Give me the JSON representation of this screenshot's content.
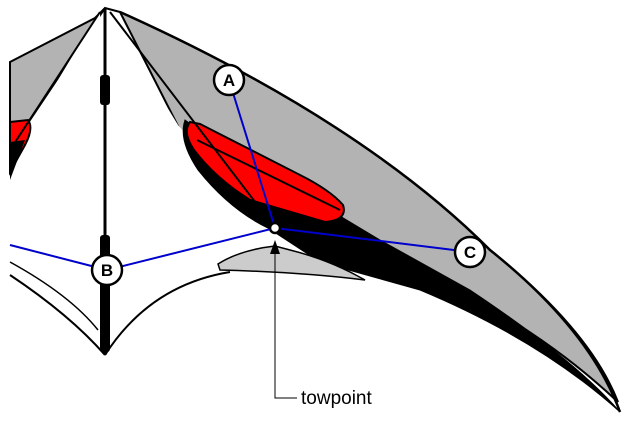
{
  "labels": {
    "a": "A",
    "b": "B",
    "c": "C"
  },
  "callout": "towpoint",
  "colors": {
    "sail_gray": "#b3b3b3",
    "panel_red": "#ff0000",
    "bridle_blue": "#0000cc",
    "frame_black": "#000000",
    "fill_white": "#ffffff",
    "vent_gray": "#cccccc"
  }
}
